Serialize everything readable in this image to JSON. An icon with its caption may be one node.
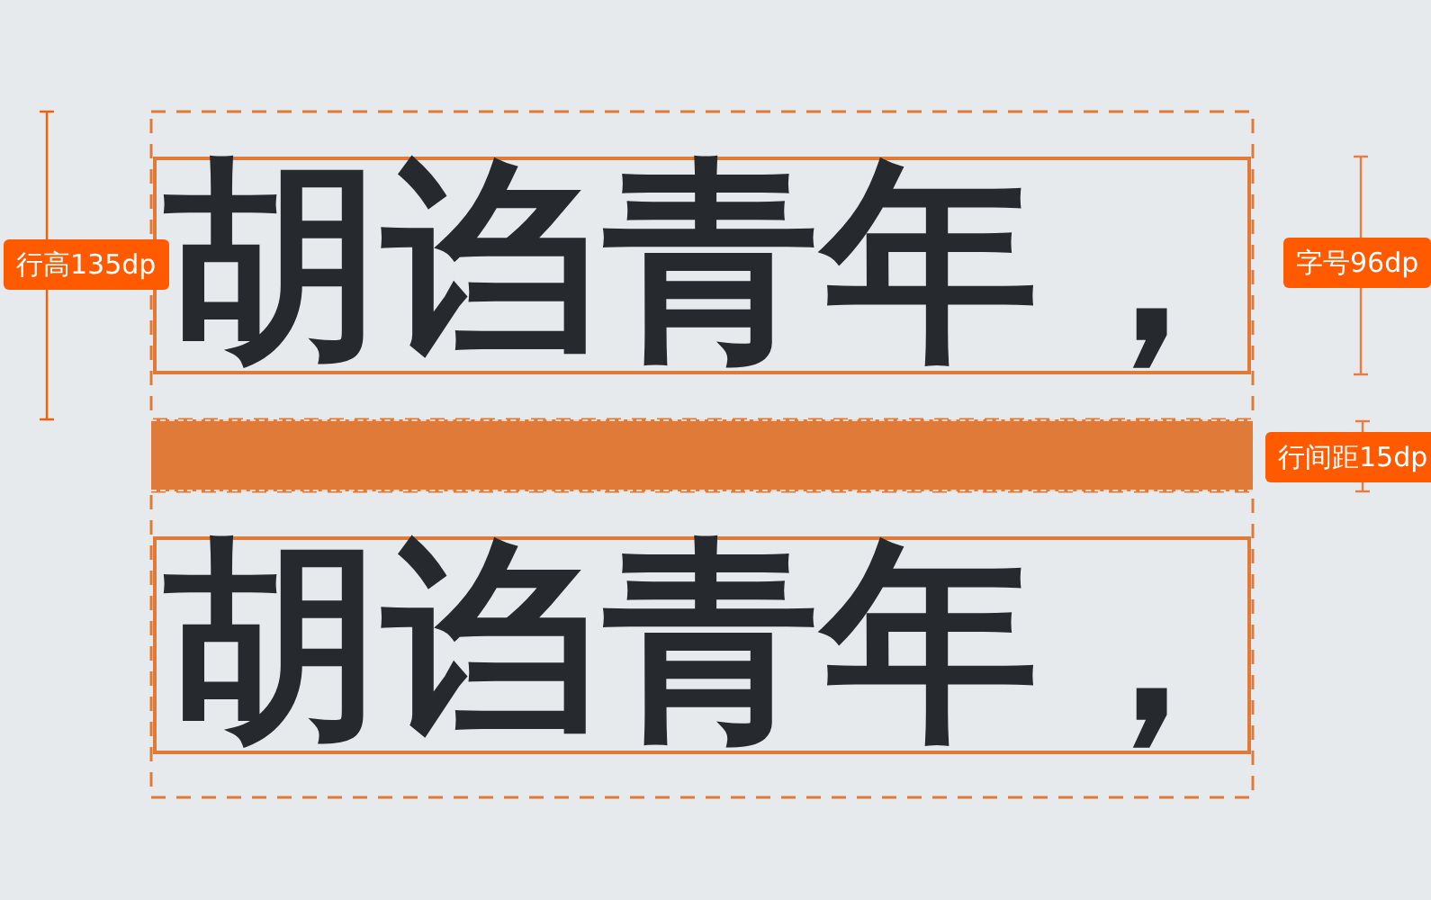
{
  "diagram": {
    "nodes": [
      {
        "text": [
          "胡诌青年，"
        ]
      },
      {
        "text": [],
        "shape": "bar"
      },
      {
        "text": [
          "胡诌青年，"
        ]
      }
    ],
    "labels": [
      "行高135dp",
      "字号96dp",
      "行间距15dp"
    ]
  }
}
